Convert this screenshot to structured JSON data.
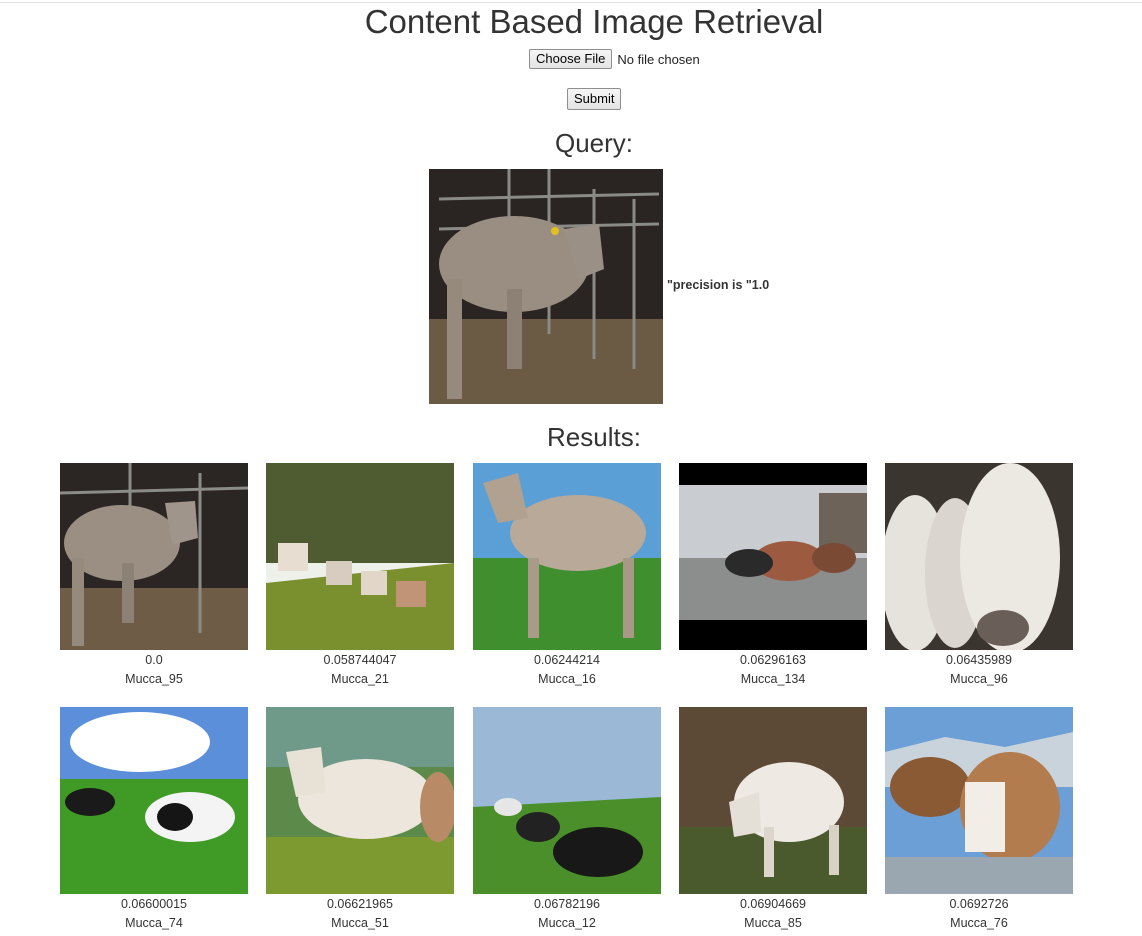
{
  "page": {
    "title": "Content Based Image Retrieval"
  },
  "upload": {
    "choose_label": "Choose File",
    "status": "No file chosen",
    "submit_label": "Submit"
  },
  "query": {
    "heading": "Query:",
    "precision_text": "\"precision is \"1.0"
  },
  "results": {
    "heading": "Results:",
    "items": [
      {
        "score": "0.0",
        "name": "Mucca_95"
      },
      {
        "score": "0.058744047",
        "name": "Mucca_21"
      },
      {
        "score": "0.06244214",
        "name": "Mucca_16"
      },
      {
        "score": "0.06296163",
        "name": "Mucca_134"
      },
      {
        "score": "0.06435989",
        "name": "Mucca_96"
      },
      {
        "score": "0.06600015",
        "name": "Mucca_74"
      },
      {
        "score": "0.06621965",
        "name": "Mucca_51"
      },
      {
        "score": "0.06782196",
        "name": "Mucca_12"
      },
      {
        "score": "0.06904669",
        "name": "Mucca_85"
      },
      {
        "score": "0.0692726",
        "name": "Mucca_76"
      }
    ]
  }
}
